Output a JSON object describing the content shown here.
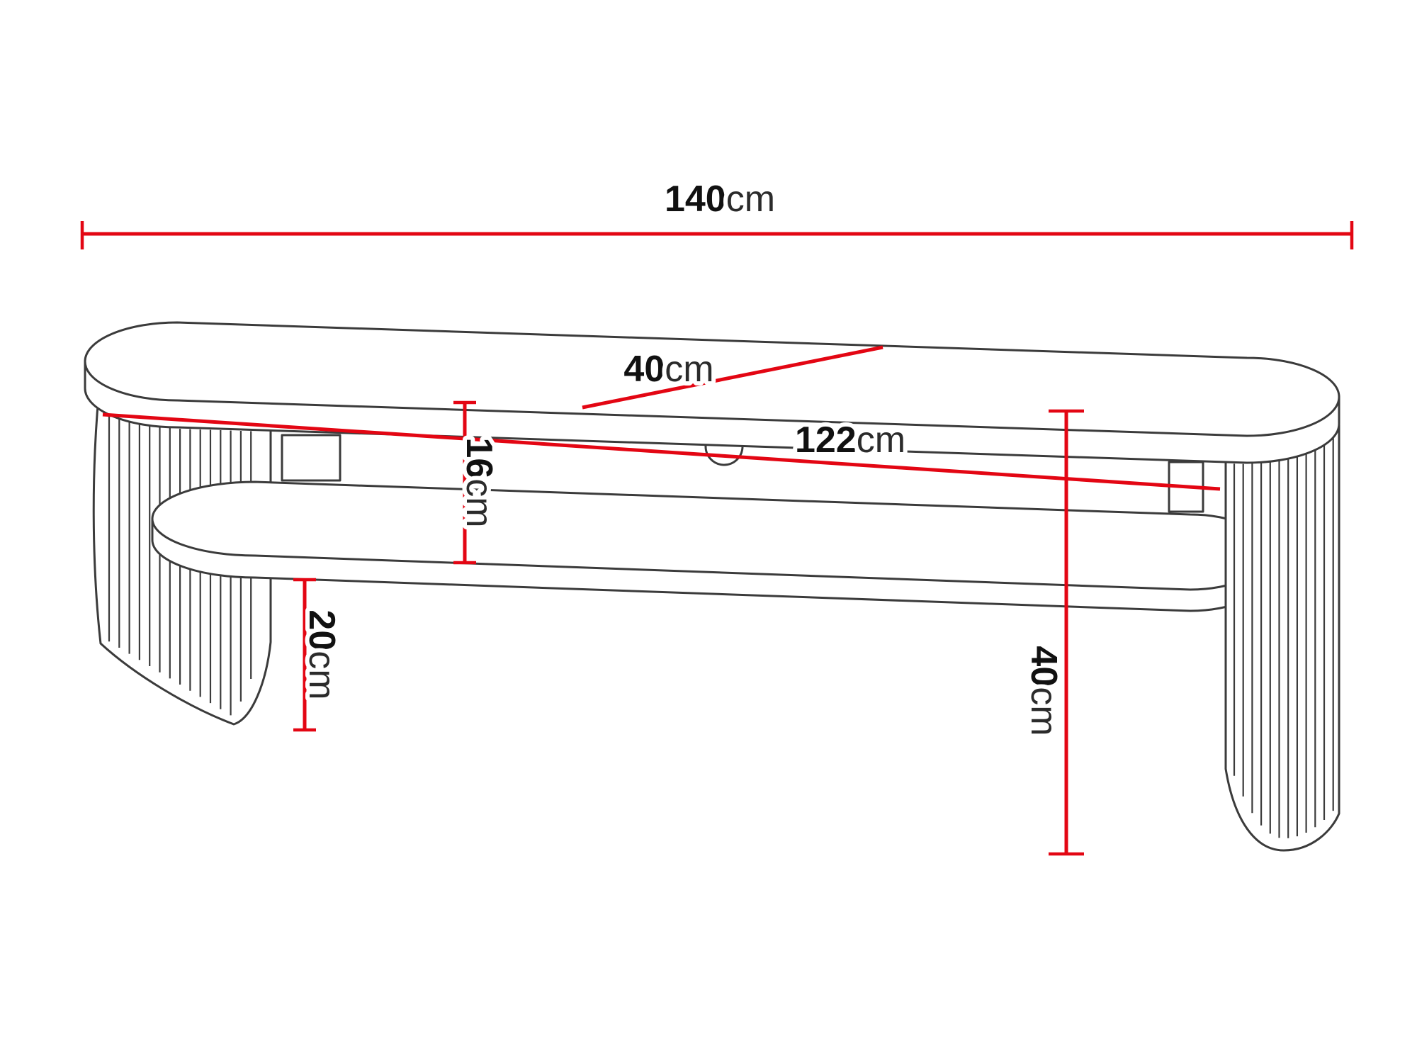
{
  "diagram": {
    "background_color": "#ffffff",
    "outline_color": "#3b3b3b",
    "dimension_color": "#e30613",
    "dimensions": {
      "width": {
        "value": "140",
        "unit": "cm"
      },
      "depth": {
        "value": "40",
        "unit": "cm"
      },
      "inner_width": {
        "value": "122",
        "unit": "cm"
      },
      "opening_height": {
        "value": "16",
        "unit": "cm"
      },
      "base_height": {
        "value": "20",
        "unit": "cm"
      },
      "total_height": {
        "value": "40",
        "unit": "cm"
      }
    }
  }
}
